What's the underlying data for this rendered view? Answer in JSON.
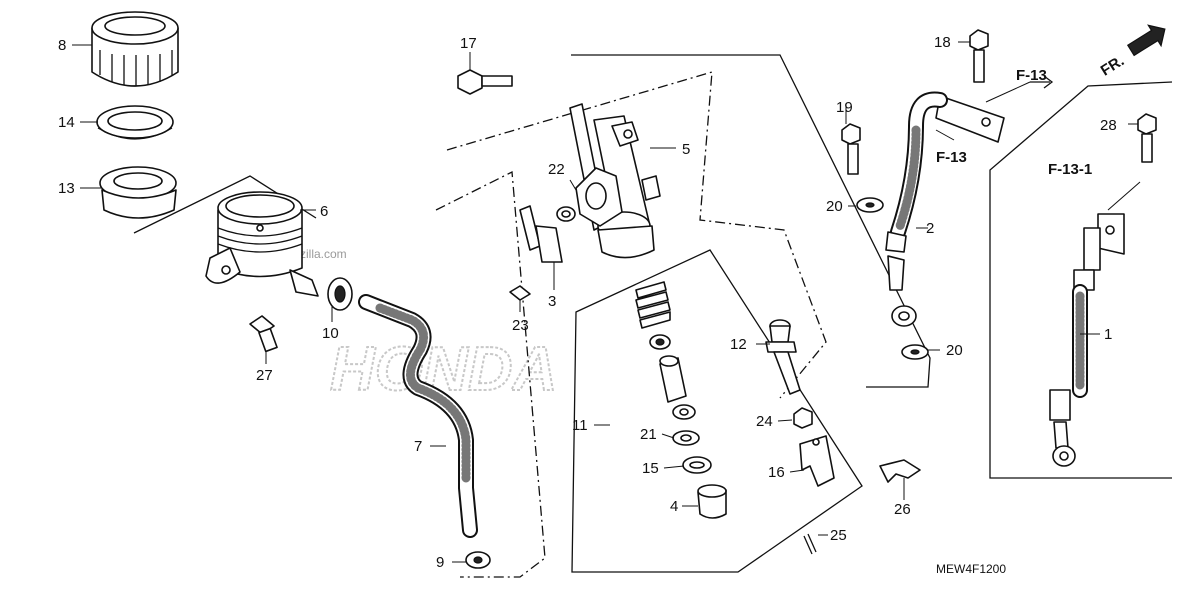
{
  "callouts": [
    {
      "id": "1",
      "label": "1"
    },
    {
      "id": "2",
      "label": "2"
    },
    {
      "id": "3",
      "label": "3"
    },
    {
      "id": "4",
      "label": "4"
    },
    {
      "id": "5",
      "label": "5"
    },
    {
      "id": "6",
      "label": "6"
    },
    {
      "id": "7",
      "label": "7"
    },
    {
      "id": "8",
      "label": "8"
    },
    {
      "id": "9",
      "label": "9"
    },
    {
      "id": "10",
      "label": "10"
    },
    {
      "id": "11",
      "label": "11"
    },
    {
      "id": "12",
      "label": "12"
    },
    {
      "id": "13",
      "label": "13"
    },
    {
      "id": "14",
      "label": "14"
    },
    {
      "id": "15",
      "label": "15"
    },
    {
      "id": "16",
      "label": "16"
    },
    {
      "id": "17",
      "label": "17"
    },
    {
      "id": "18",
      "label": "18"
    },
    {
      "id": "19",
      "label": "19"
    },
    {
      "id": "20a",
      "label": "20"
    },
    {
      "id": "20b",
      "label": "20"
    },
    {
      "id": "21",
      "label": "21"
    },
    {
      "id": "22",
      "label": "22"
    },
    {
      "id": "23",
      "label": "23"
    },
    {
      "id": "24",
      "label": "24"
    },
    {
      "id": "25",
      "label": "25"
    },
    {
      "id": "26",
      "label": "26"
    },
    {
      "id": "27",
      "label": "27"
    },
    {
      "id": "28",
      "label": "28"
    }
  ],
  "references": {
    "f13_top": "F-13",
    "f13_mid": "F-13",
    "f131": "F-13-1",
    "front": "FR."
  },
  "diagram_code": "MEW4F1200",
  "watermark": {
    "brand": "HONDA",
    "site": "zilla.com"
  }
}
